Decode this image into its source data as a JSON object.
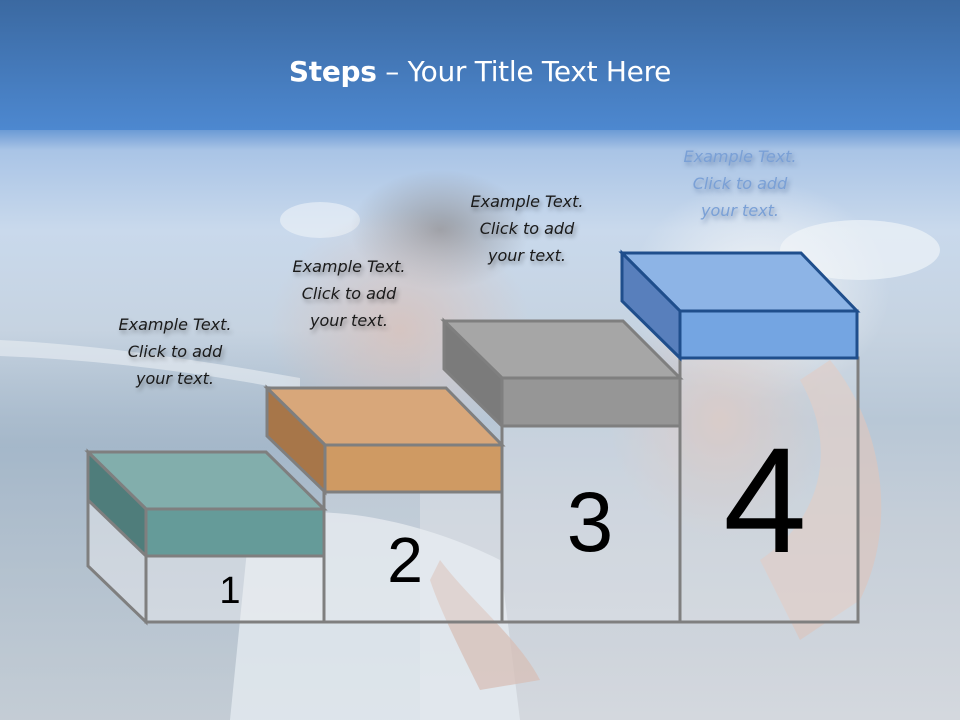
{
  "title": {
    "bold": "Steps",
    "rest": " – Your Title Text Here"
  },
  "steps": [
    {
      "number": "1",
      "caption": [
        "Example Text.",
        "Click  to add",
        "your text."
      ],
      "color_top": "#82aeac",
      "color_front": "#659b99",
      "color_side": "#4f7d7b"
    },
    {
      "number": "2",
      "caption": [
        "Example Text.",
        "Click  to add",
        "your text."
      ],
      "color_top": "#d8a77a",
      "color_front": "#cf9a63",
      "color_side": "#a77649"
    },
    {
      "number": "3",
      "caption": [
        "Example Text.",
        "Click  to add",
        "your text."
      ],
      "color_top": "#a6a6a6",
      "color_front": "#969696",
      "color_side": "#7b7b7b"
    },
    {
      "number": "4",
      "caption": [
        "Example Text.",
        "Click  to add",
        "your text."
      ],
      "color_top": "#8db4e6",
      "color_front": "#74a5e2",
      "color_side": "#587fbc"
    }
  ],
  "colors": {
    "title_bar": "#4a82c6",
    "outline": "#7f7f7f",
    "step4_outline": "#1f4e8c"
  }
}
